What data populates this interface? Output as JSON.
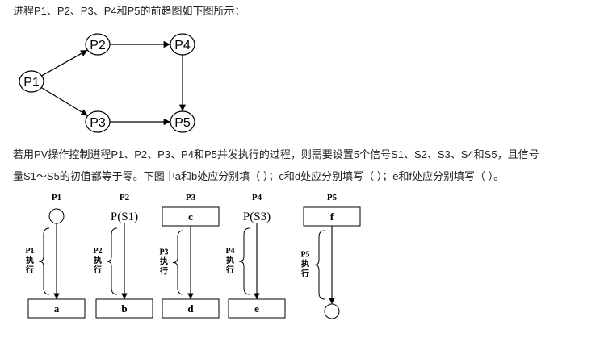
{
  "intro_text": "进程P1、P2、P3、P4和P5的前趋图如下图所示：",
  "graph": {
    "nodes": [
      {
        "id": "P1",
        "label": "P1"
      },
      {
        "id": "P2",
        "label": "P2"
      },
      {
        "id": "P3",
        "label": "P3"
      },
      {
        "id": "P4",
        "label": "P4"
      },
      {
        "id": "P5",
        "label": "P5"
      }
    ],
    "edges": [
      {
        "from": "P1",
        "to": "P2"
      },
      {
        "from": "P1",
        "to": "P3"
      },
      {
        "from": "P2",
        "to": "P4"
      },
      {
        "from": "P3",
        "to": "P5"
      },
      {
        "from": "P4",
        "to": "P5"
      }
    ]
  },
  "question": {
    "line1": "若用PV操作控制进程P1、P2、P3、P4和P5并发执行的过程，则需要设置5个信号S1、S2、S3、S4和S5，且信号",
    "line2": "量S1～S5的初值都等于零。下图中a和b处应分别填（    ）；c和d处应分别填写（    ）；e和f处应分别填写（    ）。"
  },
  "processes": [
    {
      "title": "P1",
      "start": "",
      "exec_label": [
        "P1",
        "执",
        "行"
      ],
      "end": "a"
    },
    {
      "title": "P2",
      "start": "P(S1)",
      "exec_label": [
        "P2",
        "执",
        "行"
      ],
      "end": "b"
    },
    {
      "title": "P3",
      "start": "c",
      "exec_label": [
        "P3",
        "执",
        "行"
      ],
      "end": "d"
    },
    {
      "title": "P4",
      "start": "P(S3)",
      "exec_label": [
        "P4",
        "执",
        "行"
      ],
      "end": "e"
    },
    {
      "title": "P5",
      "start": "f",
      "exec_label": [
        "P5",
        "执",
        "行"
      ],
      "end": ""
    }
  ]
}
